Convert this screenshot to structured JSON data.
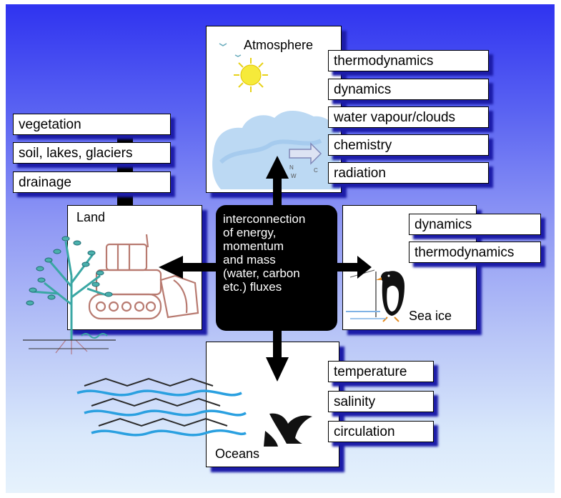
{
  "atmosphere": {
    "title": "Atmosphere",
    "items": [
      "thermodynamics",
      "dynamics",
      "water vapour/clouds",
      "chemistry",
      "radiation"
    ]
  },
  "land": {
    "title": "Land",
    "items": [
      "vegetation",
      "soil, lakes, glaciers",
      "drainage"
    ]
  },
  "sea_ice": {
    "title": "Sea ice",
    "items": [
      "dynamics",
      "thermodynamics"
    ]
  },
  "oceans": {
    "title": "Oceans",
    "items": [
      "temperature",
      "salinity",
      "circulation"
    ]
  },
  "center": {
    "lines": [
      "interconnection",
      "of energy,",
      "momentum",
      "and mass",
      "(water, carbon",
      "etc.) fluxes"
    ]
  },
  "weather_map_letters": [
    "N",
    "W",
    "C"
  ],
  "colors": {
    "background_top": "#2f33f0",
    "background_bottom": "#e6f2fc",
    "shadow": "#1c1ca8",
    "center_box": "#000000"
  }
}
